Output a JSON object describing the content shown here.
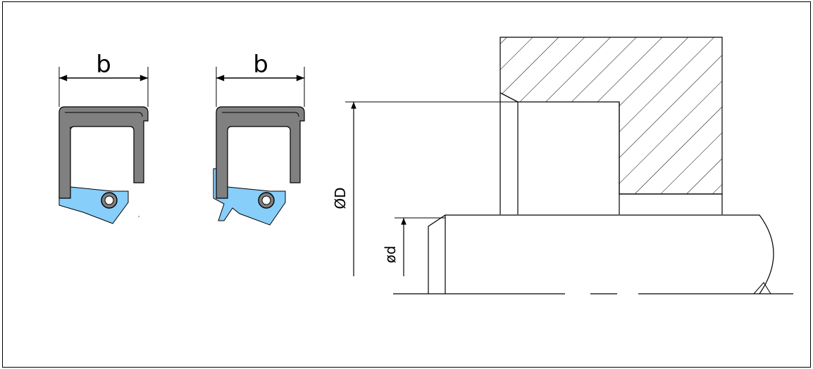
{
  "labels": {
    "width_left": "b",
    "width_right": "b",
    "outer_diameter": "ØD",
    "shaft_diameter": "ød"
  },
  "colors": {
    "metal_case": "#808080",
    "rubber_lip": "#87cefa",
    "line": "#000000",
    "background": "#ffffff"
  },
  "icons": {
    "left_seal": "shaft-seal-single-lip-icon",
    "right_seal": "shaft-seal-dust-lip-icon",
    "assembly": "seal-housing-shaft-section-icon"
  }
}
